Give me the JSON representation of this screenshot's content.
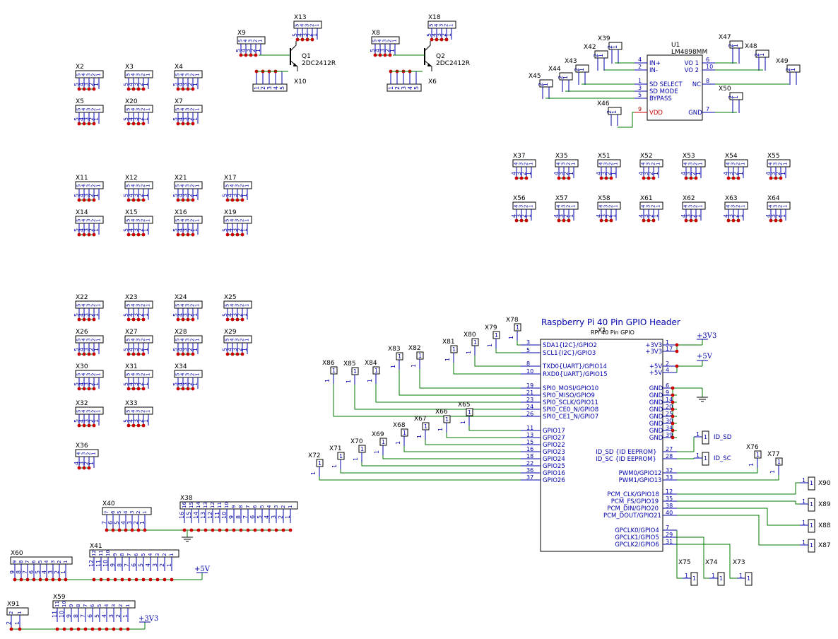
{
  "colors": {
    "body": "#000000",
    "pin": "#0000aa",
    "wire": "#007700",
    "dot": "#cc0000",
    "power": "#cc0000"
  },
  "headers": [
    {
      "ref": "X2",
      "pins": 5,
      "col": 0,
      "row": 0
    },
    {
      "ref": "X3",
      "pins": 5,
      "col": 1,
      "row": 0
    },
    {
      "ref": "X4",
      "pins": 5,
      "col": 2,
      "row": 0
    },
    {
      "ref": "X5",
      "pins": 5,
      "col": 0,
      "row": 1
    },
    {
      "ref": "X20",
      "pins": 5,
      "col": 1,
      "row": 1
    },
    {
      "ref": "X7",
      "pins": 5,
      "col": 2,
      "row": 1
    },
    {
      "ref": "X11",
      "pins": 5,
      "col": 0,
      "row": 2
    },
    {
      "ref": "X12",
      "pins": 5,
      "col": 1,
      "row": 2
    },
    {
      "ref": "X21",
      "pins": 5,
      "col": 2,
      "row": 2
    },
    {
      "ref": "X17",
      "pins": 5,
      "col": 3,
      "row": 2
    },
    {
      "ref": "X14",
      "pins": 5,
      "col": 0,
      "row": 3
    },
    {
      "ref": "X15",
      "pins": 5,
      "col": 1,
      "row": 3
    },
    {
      "ref": "X16",
      "pins": 5,
      "col": 2,
      "row": 3
    },
    {
      "ref": "X19",
      "pins": 5,
      "col": 3,
      "row": 3
    },
    {
      "ref": "X22",
      "pins": 5,
      "col": 0,
      "row": 4
    },
    {
      "ref": "X23",
      "pins": 5,
      "col": 1,
      "row": 4
    },
    {
      "ref": "X24",
      "pins": 5,
      "col": 2,
      "row": 4
    },
    {
      "ref": "X25",
      "pins": 5,
      "col": 3,
      "row": 4
    },
    {
      "ref": "X26",
      "pins": 5,
      "col": 0,
      "row": 5
    },
    {
      "ref": "X27",
      "pins": 5,
      "col": 1,
      "row": 5
    },
    {
      "ref": "X28",
      "pins": 5,
      "col": 2,
      "row": 5
    },
    {
      "ref": "X29",
      "pins": 5,
      "col": 3,
      "row": 5
    },
    {
      "ref": "X30",
      "pins": 5,
      "col": 0,
      "row": 6
    },
    {
      "ref": "X31",
      "pins": 5,
      "col": 1,
      "row": 6
    },
    {
      "ref": "X34",
      "pins": 5,
      "col": 2,
      "row": 6
    },
    {
      "ref": "X32",
      "pins": 5,
      "col": 0,
      "row": 7
    },
    {
      "ref": "X33",
      "pins": 5,
      "col": 1,
      "row": 7
    },
    {
      "ref": "X36",
      "pins": 4,
      "col": 0,
      "row": 8
    },
    {
      "ref": "X37",
      "pins": 4,
      "col": 4,
      "row": 9
    },
    {
      "ref": "X35",
      "pins": 4,
      "col": 5,
      "row": 9
    },
    {
      "ref": "X51",
      "pins": 4,
      "col": 6,
      "row": 9
    },
    {
      "ref": "X52",
      "pins": 4,
      "col": 7,
      "row": 9
    },
    {
      "ref": "X53",
      "pins": 4,
      "col": 8,
      "row": 9
    },
    {
      "ref": "X54",
      "pins": 4,
      "col": 9,
      "row": 9
    },
    {
      "ref": "X55",
      "pins": 4,
      "col": 10,
      "row": 9
    },
    {
      "ref": "X56",
      "pins": 4,
      "col": 4,
      "row": 10
    },
    {
      "ref": "X57",
      "pins": 4,
      "col": 5,
      "row": 10
    },
    {
      "ref": "X58",
      "pins": 4,
      "col": 6,
      "row": 10
    },
    {
      "ref": "X61",
      "pins": 4,
      "col": 7,
      "row": 10
    },
    {
      "ref": "X62",
      "pins": 4,
      "col": 8,
      "row": 10
    },
    {
      "ref": "X63",
      "pins": 4,
      "col": 9,
      "row": 10
    },
    {
      "ref": "X64",
      "pins": 4,
      "col": 10,
      "row": 10
    }
  ],
  "transistor_blocks": [
    {
      "ref_left": "X9",
      "ref_top": "X13",
      "ref_bottom": "X10",
      "q_ref": "Q1",
      "q_value": "2DC2412R"
    },
    {
      "ref_left": "X8",
      "ref_top": "X18",
      "ref_bottom": "X6",
      "q_ref": "Q2",
      "q_value": "2DC2412R"
    }
  ],
  "amplifier": {
    "ref": "U1",
    "value": "LM4898MM",
    "left_pins": [
      {
        "num": "4",
        "name": "IN+"
      },
      {
        "num": "2",
        "name": "IN-"
      },
      {
        "num": "1",
        "name": "SD SELECT"
      },
      {
        "num": "3",
        "name": "SD MODE"
      },
      {
        "num": "5",
        "name": "BYPASS"
      },
      {
        "num": "9",
        "name": "VDD"
      }
    ],
    "right_pins": [
      {
        "num": "6",
        "name": "VO 1"
      },
      {
        "num": "10",
        "name": "VO 2"
      },
      {
        "num": "8",
        "name": "NC"
      },
      {
        "num": "7",
        "name": "GND"
      }
    ],
    "connectors": [
      "X39",
      "X42",
      "X43",
      "X44",
      "X45",
      "X46",
      "X47",
      "X48",
      "X49",
      "X50"
    ]
  },
  "gpio": {
    "title": "Raspberry Pi 40 Pin GPIO Header",
    "ref": "X1",
    "value": "RPi 40 Pin GPIO",
    "left_pins": [
      {
        "num": "3",
        "name": "SDA1{I2C}/GPIO2",
        "conn": "X78"
      },
      {
        "num": "5",
        "name": "SCL1{I2C}/GPIO3",
        "conn": "X79"
      },
      {
        "num": "8",
        "name": "TXD0{UART}/GPIO14",
        "conn": "X80"
      },
      {
        "num": "10",
        "name": "RXD0{UART}/GPIO15",
        "conn": "X81"
      },
      {
        "num": "19",
        "name": "SPI0_MOSI/GPIO10",
        "conn": "X82"
      },
      {
        "num": "21",
        "name": "SPI0_MISO/GPIO9",
        "conn": "X83"
      },
      {
        "num": "23",
        "name": "SPI0_SCLK/GPIO11",
        "conn": "X84"
      },
      {
        "num": "24",
        "name": "SPI0_CE0_N/GPIO8",
        "conn": "X85"
      },
      {
        "num": "26",
        "name": "SPI0_CE1_N/GPIO7",
        "conn": "X86"
      },
      {
        "num": "11",
        "name": "GPIO17",
        "conn": "X65"
      },
      {
        "num": "13",
        "name": "GPIO27",
        "conn": "X66"
      },
      {
        "num": "15",
        "name": "GPIO22",
        "conn": "X67"
      },
      {
        "num": "16",
        "name": "GPIO23",
        "conn": "X68"
      },
      {
        "num": "18",
        "name": "GPIO24",
        "conn": "X69"
      },
      {
        "num": "22",
        "name": "GPIO25",
        "conn": "X70"
      },
      {
        "num": "36",
        "name": "GPIO16",
        "conn": "X71"
      },
      {
        "num": "37",
        "name": "GPIO26",
        "conn": "X72"
      }
    ],
    "right_pins": [
      {
        "num": "1",
        "name": "+3V3"
      },
      {
        "num": "17",
        "name": "+3V3"
      },
      {
        "num": "2",
        "name": "+5V"
      },
      {
        "num": "4",
        "name": "+5V"
      },
      {
        "num": "6",
        "name": "GND"
      },
      {
        "num": "9",
        "name": "GND"
      },
      {
        "num": "14",
        "name": "GND"
      },
      {
        "num": "20",
        "name": "GND"
      },
      {
        "num": "25",
        "name": "GND"
      },
      {
        "num": "30",
        "name": "GND"
      },
      {
        "num": "34",
        "name": "GND"
      },
      {
        "num": "39",
        "name": "GND"
      },
      {
        "num": "27",
        "name": "ID_SD {ID EEPROM}",
        "net": "ID_SD"
      },
      {
        "num": "28",
        "name": "ID_SC {ID EEPROM}",
        "net": "ID_SC"
      },
      {
        "num": "32",
        "name": "PWM0/GPIO12",
        "conn": "X76"
      },
      {
        "num": "33",
        "name": "PWM1/GPIO13",
        "conn": "X77"
      },
      {
        "num": "12",
        "name": "PCM_CLK/GPIO18",
        "conn": "X90"
      },
      {
        "num": "35",
        "name": "PCM_FS/GPIO19",
        "conn": "X89"
      },
      {
        "num": "38",
        "name": "PCM_DIN/GPIO20",
        "conn": "X88"
      },
      {
        "num": "40",
        "name": "PCM_DOUT/GPIO21",
        "conn": "X87"
      },
      {
        "num": "7",
        "name": "GPCLK0/GPIO4",
        "conn": "X75"
      },
      {
        "num": "29",
        "name": "GPCLK1/GPIO5",
        "conn": "X74"
      },
      {
        "num": "31",
        "name": "GPCLK2/GPIO6",
        "conn": "X73"
      }
    ],
    "power_labels": {
      "v33": "+3V3",
      "v5": "+5V"
    }
  },
  "strips": [
    {
      "ref": "X40",
      "pins": 7
    },
    {
      "ref": "X38",
      "pins": 16
    },
    {
      "ref": "X60",
      "pins": 9
    },
    {
      "ref": "X41",
      "pins": 12
    },
    {
      "ref": "X91",
      "pins": 2
    },
    {
      "ref": "X59",
      "pins": 11
    }
  ],
  "strip_power": {
    "x60_x41": "+5V",
    "x91_x59": "+3V3"
  }
}
